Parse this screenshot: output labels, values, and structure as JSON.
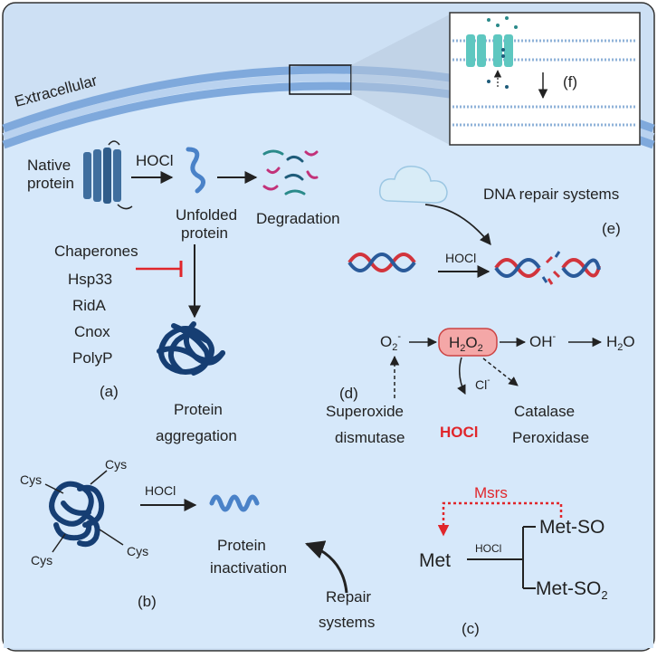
{
  "labels": {
    "extracellular": "Extracellular",
    "native_protein_1": "Native",
    "native_protein_2": "protein",
    "hocl": "HOCl",
    "unfolded_1": "Unfolded",
    "unfolded_2": "protein",
    "degradation": "Degradation",
    "chaperones": [
      "Chaperones",
      "Hsp33",
      "RidA",
      "Cnox",
      "PolyP"
    ],
    "panel_a": "(a)",
    "aggregation_1": "Protein",
    "aggregation_2": "aggregation",
    "cys": "Cys",
    "panel_b": "(b)",
    "inactivation_1": "Protein",
    "inactivation_2": "inactivation",
    "repair_1": "Repair",
    "repair_2": "systems",
    "dna_repair": "DNA repair systems",
    "panel_e": "(e)",
    "panel_f": "(f)",
    "o2": "O",
    "h2o2": "H",
    "oh": "OH",
    "h2o": "H",
    "cl": "Cl",
    "panel_d": "(d)",
    "sod_1": "Superoxide",
    "sod_2": "dismutase",
    "catalase_1": "Catalase",
    "catalase_2": "Peroxidase",
    "hocl_product": "HOCl",
    "msrs": "Msrs",
    "met": "Met",
    "met_so": "Met-SO",
    "met_so2": "Met-SO",
    "panel_c": "(c)"
  },
  "colors": {
    "cytoplasm": "#d6e8fa",
    "extracellular_bg": "#cde0f4",
    "membrane": "#7fa9dc",
    "protein_dark": "#163e73",
    "protein_blue": "#4a82c8",
    "dna_red": "#d2343c",
    "dna_blue": "#2a5a9a",
    "h2o2_fill": "#f4a7a7",
    "red_text": "#e0262b",
    "inset_channel": "#5ec7c0"
  }
}
